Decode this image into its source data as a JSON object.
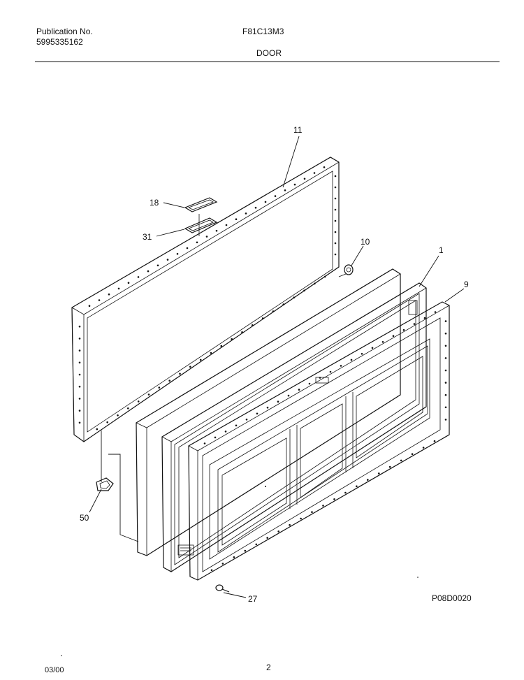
{
  "header": {
    "publication_label": "Publication No.",
    "publication_number": "5995335162",
    "model": "F81C13M3",
    "section": "DOOR"
  },
  "parts": {
    "p11": "11",
    "p18": "18",
    "p31": "31",
    "p10": "10",
    "p1": "1",
    "p9": "9",
    "p50": "50",
    "p27": "27"
  },
  "footer": {
    "date": "03/00",
    "page": "2",
    "diagram_code": "P08D0020"
  }
}
